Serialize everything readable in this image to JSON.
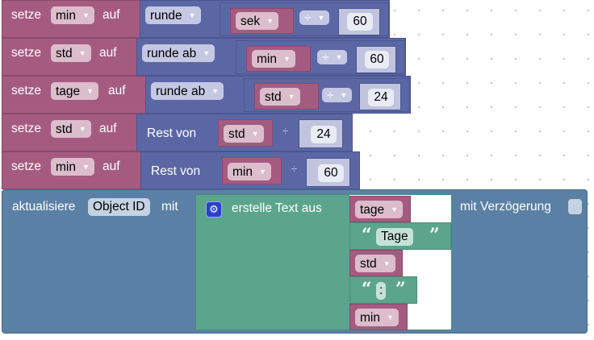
{
  "blocks": {
    "rows": [
      {
        "keyword": "setze",
        "var": "min",
        "to": "auf",
        "op": "runde",
        "operand_var": "sek",
        "operator": "÷",
        "number": "60"
      },
      {
        "keyword": "setze",
        "var": "std",
        "to": "auf",
        "op": "runde ab",
        "operand_var": "min",
        "operator": "÷",
        "number": "60"
      },
      {
        "keyword": "setze",
        "var": "tage",
        "to": "auf",
        "op": "runde ab",
        "operand_var": "std",
        "operator": "÷",
        "number": "24"
      },
      {
        "keyword": "setze",
        "var": "std",
        "to": "auf",
        "op": "Rest von",
        "operand_var": "std",
        "operator": "÷",
        "number": "24"
      },
      {
        "keyword": "setze",
        "var": "min",
        "to": "auf",
        "op": "Rest von",
        "operand_var": "min",
        "operator": "÷",
        "number": "60"
      }
    ],
    "update": {
      "label": "aktualisiere",
      "object": "Object ID",
      "with": "mit",
      "delay_label": "mit Verzögerung",
      "create_text": {
        "label": "erstelle Text aus",
        "items": [
          {
            "type": "var",
            "value": "tage"
          },
          {
            "type": "text",
            "value": "Tage"
          },
          {
            "type": "var",
            "value": "std"
          },
          {
            "type": "text",
            "value": ":"
          },
          {
            "type": "var",
            "value": "min"
          }
        ]
      }
    }
  },
  "icons": {
    "dropdown": "▼",
    "gear": "⚙",
    "quote_open": "“",
    "quote_close": "”"
  }
}
